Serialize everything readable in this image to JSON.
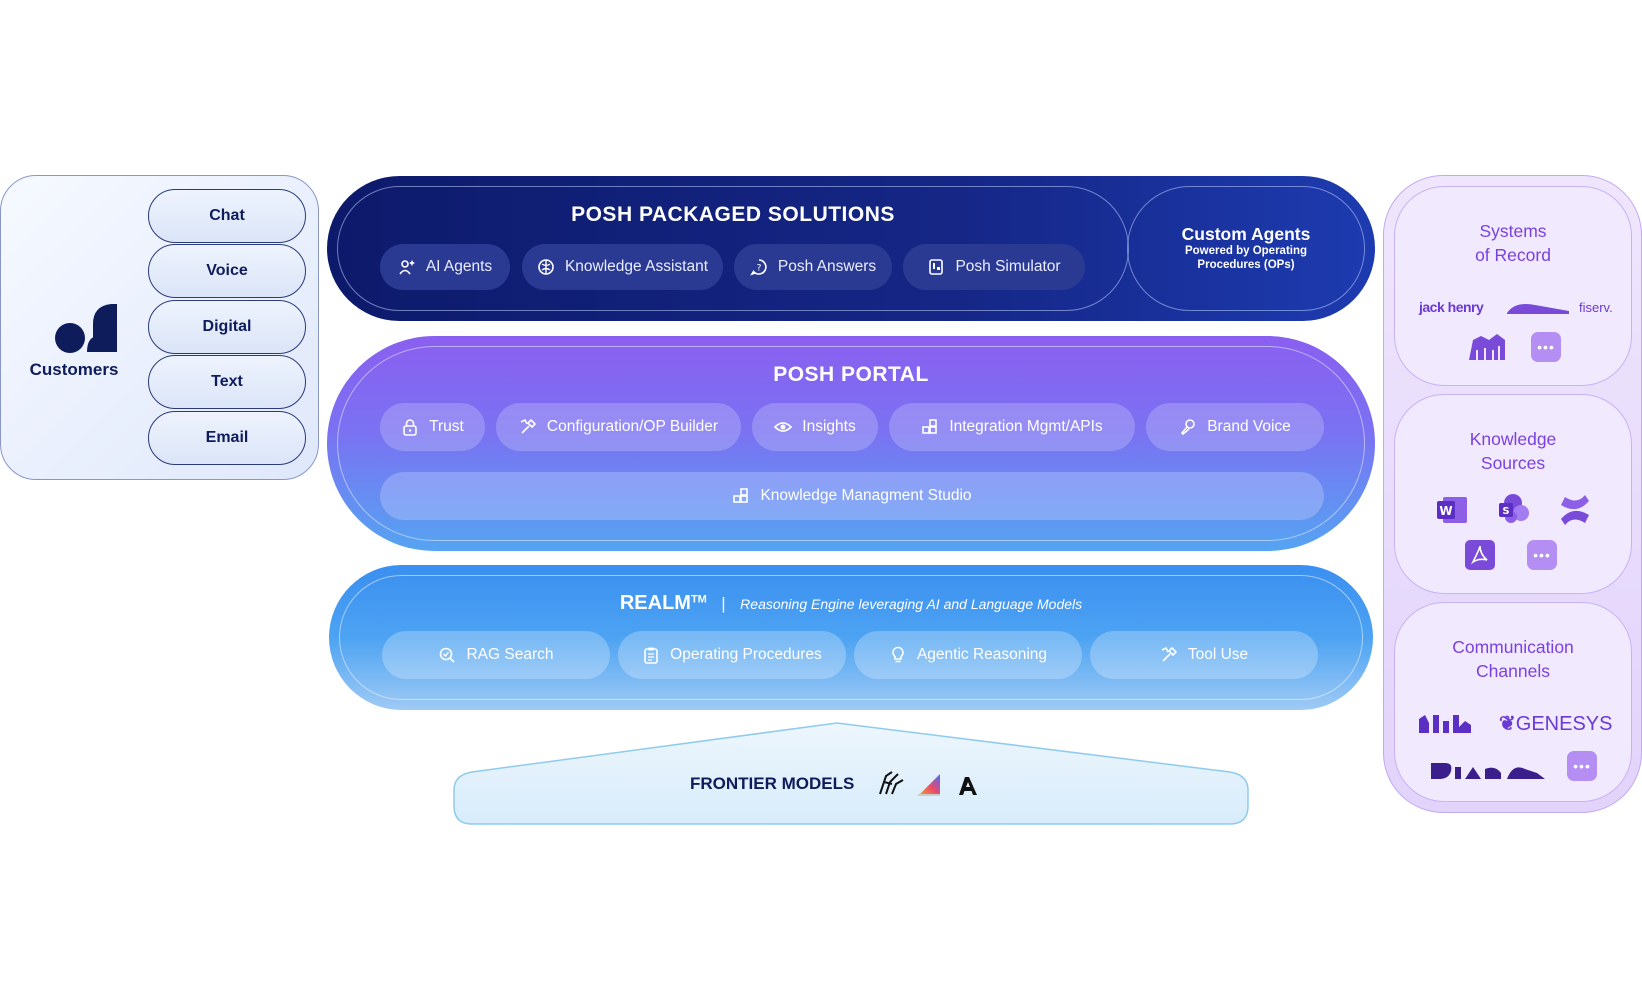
{
  "customers": {
    "label": "Customers",
    "channels": [
      "Chat",
      "Voice",
      "Digital",
      "Text",
      "Email"
    ]
  },
  "packaged": {
    "title": "POSH PACKAGED SOLUTIONS",
    "items": [
      {
        "label": "AI Agents",
        "icon": "sparkle-person-icon"
      },
      {
        "label": "Knowledge Assistant",
        "icon": "brain-icon"
      },
      {
        "label": "Posh Answers",
        "icon": "chat-question-icon"
      },
      {
        "label": "Posh Simulator",
        "icon": "simulator-icon"
      }
    ],
    "custom_title": "Custom Agents",
    "custom_sub": "Powered by Operating Procedures (OPs)"
  },
  "portal": {
    "title": "POSH PORTAL",
    "items": [
      {
        "label": "Trust",
        "icon": "lock-icon"
      },
      {
        "label": "Configuration/OP Builder",
        "icon": "tools-icon"
      },
      {
        "label": "Insights",
        "icon": "eye-icon"
      },
      {
        "label": "Integration Mgmt/APIs",
        "icon": "blocks-icon"
      },
      {
        "label": "Brand Voice",
        "icon": "microphone-icon"
      }
    ],
    "studio": "Knowledge Managment Studio"
  },
  "realm": {
    "title": "REALM",
    "tm": "TM",
    "separator": "|",
    "subtitle": "Reasoning Engine leveraging AI and Language Models",
    "items": [
      {
        "label": "RAG Search",
        "icon": "search-icon"
      },
      {
        "label": "Operating Procedures",
        "icon": "clipboard-icon"
      },
      {
        "label": "Agentic Reasoning",
        "icon": "lightbulb-icon"
      },
      {
        "label": "Tool Use",
        "icon": "tools-icon"
      }
    ]
  },
  "frontier": {
    "label": "FRONTIER MODELS"
  },
  "systems": {
    "title_line1": "Systems",
    "title_line2": "of Record",
    "logos": [
      "jack henry",
      "fiserv."
    ]
  },
  "knowledge": {
    "title_line1": "Knowledge",
    "title_line2": "Sources"
  },
  "communication": {
    "title_line1": "Communication",
    "title_line2": "Channels",
    "logos": [
      "GENESYS"
    ]
  },
  "colors": {
    "navy": "#0f1c5c",
    "purple": "#7a41e0",
    "portal_top": "#8a5ff0",
    "realm_blue": "#3a8ff0"
  }
}
